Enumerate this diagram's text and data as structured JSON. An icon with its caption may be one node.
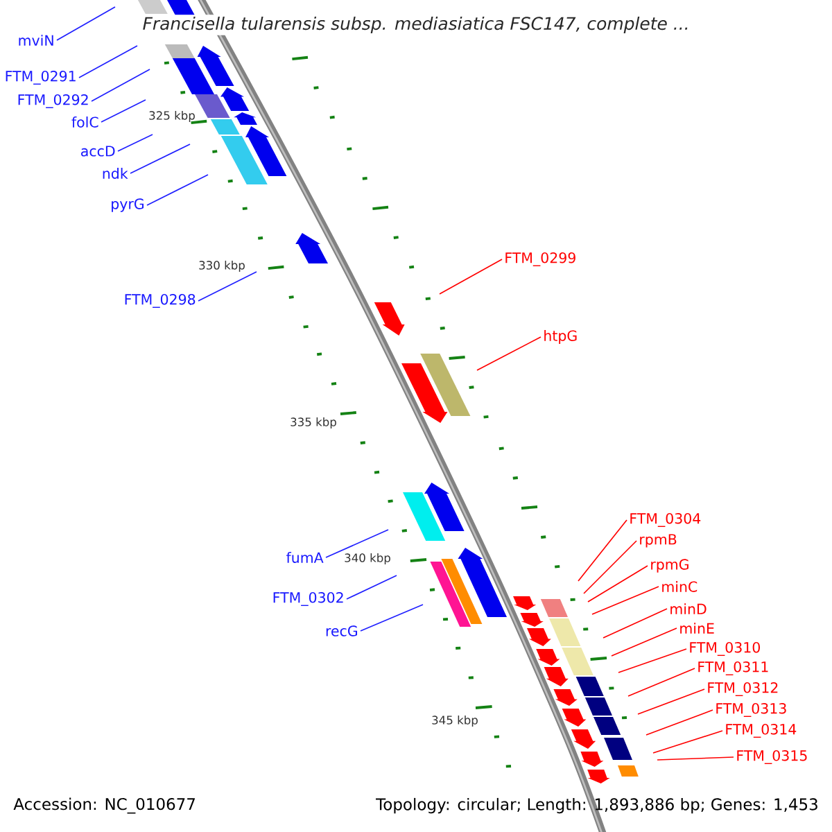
{
  "diagram": {
    "title": "Francisella tularensis subsp. mediasiatica FSC147, complete ...",
    "nodes": [
      {
        "text": [
          "mviN"
        ]
      },
      {
        "text": [
          "FTM_0291"
        ]
      },
      {
        "text": [
          "FTM_0292"
        ]
      },
      {
        "text": [
          "folC"
        ]
      },
      {
        "text": [
          "accD"
        ]
      },
      {
        "text": [
          "ndk"
        ]
      },
      {
        "text": [
          "pyrG"
        ]
      },
      {
        "text": [
          "FTM_0298"
        ]
      },
      {
        "text": [
          "fumA"
        ]
      },
      {
        "text": [
          "FTM_0302"
        ]
      },
      {
        "text": [
          "recG"
        ]
      },
      {
        "text": [
          "FTM_0299"
        ]
      },
      {
        "text": [
          "htpG"
        ]
      },
      {
        "text": [
          "FTM_0304"
        ]
      },
      {
        "text": [
          "rpmB"
        ]
      },
      {
        "text": [
          "rpmG"
        ]
      },
      {
        "text": [
          "minC"
        ]
      },
      {
        "text": [
          "minD"
        ]
      },
      {
        "text": [
          "minE"
        ]
      },
      {
        "text": [
          "FTM_0310"
        ]
      },
      {
        "text": [
          "FTM_0311"
        ]
      },
      {
        "text": [
          "FTM_0312"
        ]
      },
      {
        "text": [
          "FTM_0313"
        ]
      },
      {
        "text": [
          "FTM_0314"
        ]
      },
      {
        "text": [
          "FTM_0315"
        ]
      }
    ],
    "edges": [
      {
        "from": 0,
        "to": null,
        "arrow": "none",
        "color": "#2020ff"
      },
      {
        "from": 1,
        "to": null,
        "arrow": "none",
        "color": "#2020ff"
      },
      {
        "from": 2,
        "to": null,
        "arrow": "none",
        "color": "#2020ff"
      },
      {
        "from": 3,
        "to": null,
        "arrow": "none",
        "color": "#2020ff"
      },
      {
        "from": 4,
        "to": null,
        "arrow": "none",
        "color": "#2020ff"
      },
      {
        "from": 5,
        "to": null,
        "arrow": "none",
        "color": "#2020ff"
      },
      {
        "from": 6,
        "to": null,
        "arrow": "none",
        "color": "#2020ff"
      },
      {
        "from": 7,
        "to": null,
        "arrow": "none",
        "color": "#2020ff"
      },
      {
        "from": 8,
        "to": null,
        "arrow": "none",
        "color": "#2020ff"
      },
      {
        "from": 9,
        "to": null,
        "arrow": "none",
        "color": "#2020ff"
      },
      {
        "from": 10,
        "to": null,
        "arrow": "none",
        "color": "#2020ff"
      },
      {
        "from": 11,
        "to": null,
        "arrow": "none"
      },
      {
        "from": 12,
        "to": null,
        "arrow": "none"
      },
      {
        "from": 13,
        "to": null,
        "arrow": "none"
      },
      {
        "from": 14,
        "to": null,
        "arrow": "none"
      },
      {
        "from": 15,
        "to": null,
        "arrow": "none"
      },
      {
        "from": 16,
        "to": null,
        "arrow": "none"
      },
      {
        "from": 17,
        "to": null,
        "arrow": "none"
      },
      {
        "from": 18,
        "to": null,
        "arrow": "none"
      },
      {
        "from": 19,
        "to": null,
        "arrow": "none"
      },
      {
        "from": 20,
        "to": null,
        "arrow": "none"
      },
      {
        "from": 21,
        "to": null,
        "arrow": "none"
      },
      {
        "from": 22,
        "to": null,
        "arrow": "none"
      },
      {
        "from": 23,
        "to": null,
        "arrow": "none"
      },
      {
        "from": 24,
        "to": null,
        "arrow": "none"
      }
    ],
    "labels": [
      "325 kbp",
      "330 kbp",
      "335 kbp",
      "340 kbp",
      "345 kbp",
      "Accession: NC_010677",
      "Topology: circular; Length: 1,893,886 bp; Genes: 1,453"
    ]
  }
}
